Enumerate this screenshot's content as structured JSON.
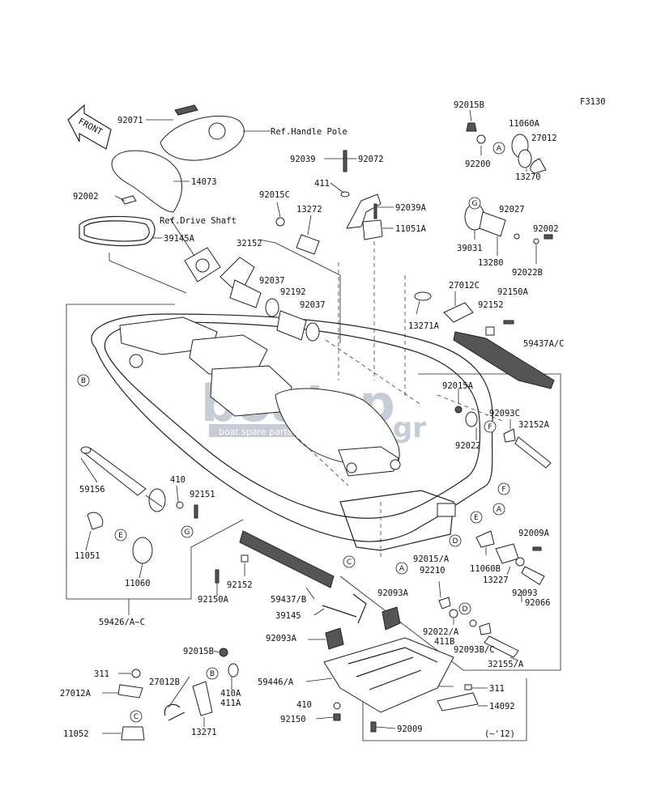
{
  "figure_code": "F3130",
  "front_label": "FRONT",
  "watermark": {
    "brand": "boatsp",
    "tld": ".gr",
    "tagline": "boat spare parts"
  },
  "refs": {
    "handle_pole": "Ref.Handle Pole",
    "drive_shaft": "Ref.Drive Shaft"
  },
  "variant_note": "(~'12)",
  "part_numbers": {
    "p92071": "92071",
    "p14073": "14073",
    "p92002a": "92002",
    "p39145a": "39145A",
    "p92039": "92039",
    "p92072": "92072",
    "p411": "411",
    "p92015c": "92015C",
    "p92039a": "92039A",
    "p13272": "13272",
    "p11051a": "11051A",
    "p32152": "32152",
    "p92037a": "92037",
    "p92192": "92192",
    "p92037b": "92037",
    "p92015b_top": "92015B",
    "p11060a": "11060A",
    "p27012": "27012",
    "p92200": "92200",
    "p13270": "13270",
    "p92027": "92027",
    "p92002b": "92002",
    "p39031": "39031",
    "p13280": "13280",
    "p92022b": "92022B",
    "p27012c": "27012C",
    "p92150a_top": "92150A",
    "p92152_top": "92152",
    "p13271a": "13271A",
    "p59437ac": "59437A/C",
    "p92015a": "92015A",
    "p92093c": "92093C",
    "p32152a": "32152A",
    "p92022": "92022",
    "p59156": "59156",
    "p410": "410",
    "p92151": "92151",
    "p11051": "11051",
    "p11060": "11060",
    "p92009a": "92009A",
    "p13227": "13227",
    "p92093": "92093",
    "p92066": "92066",
    "p11060b": "11060B",
    "p92015a2": "92015/A",
    "p92210": "92210",
    "p92150a_mid": "92150A",
    "p92152_mid": "92152",
    "p59437b": "59437/B",
    "p59426": "59426/A~C",
    "p39145": "39145",
    "p92093a": "92093A",
    "p92093a2": "92093A",
    "p92022a": "92022/A",
    "p411b": "411B",
    "p92093bc": "92093B/C",
    "p32155a": "32155/A",
    "p92015b_bot": "92015B",
    "p311a": "311",
    "p27012a": "27012A",
    "p27012b": "27012B",
    "p410a": "410A",
    "p411a": "411A",
    "p13271": "13271",
    "p11052": "11052",
    "p59446a": "59446/A",
    "p410b": "410",
    "p92150": "92150",
    "p311b": "311",
    "p14092": "14092",
    "p92009": "92009"
  },
  "ref_markers": [
    "A",
    "B",
    "C",
    "D",
    "E",
    "F",
    "G"
  ]
}
